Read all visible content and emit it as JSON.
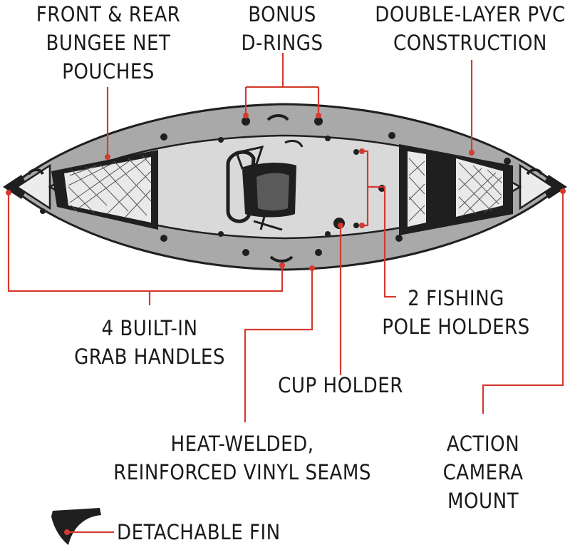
{
  "colors": {
    "callout": "#d43a2f",
    "hull": "#a6a6a6",
    "deck": "#d9d9d9",
    "outline": "#1f1f1f"
  },
  "labels": {
    "bungee": [
      "FRONT & REAR",
      "BUNGEE NET",
      "POUCHES"
    ],
    "d_rings": [
      "BONUS",
      "D-RINGS"
    ],
    "pvc": [
      "DOUBLE-LAYER PVC",
      "CONSTRUCTION"
    ],
    "grab": [
      "4 BUILT-IN",
      "GRAB HANDLES"
    ],
    "fishing": [
      "2 FISHING",
      "POLE HOLDERS"
    ],
    "cup": "CUP HOLDER",
    "seams": [
      "HEAT-WELDED,",
      "REINFORCED VINYL SEAMS"
    ],
    "camera": [
      "ACTION",
      "CAMERA",
      "MOUNT"
    ],
    "fin": "DETACHABLE FIN"
  }
}
